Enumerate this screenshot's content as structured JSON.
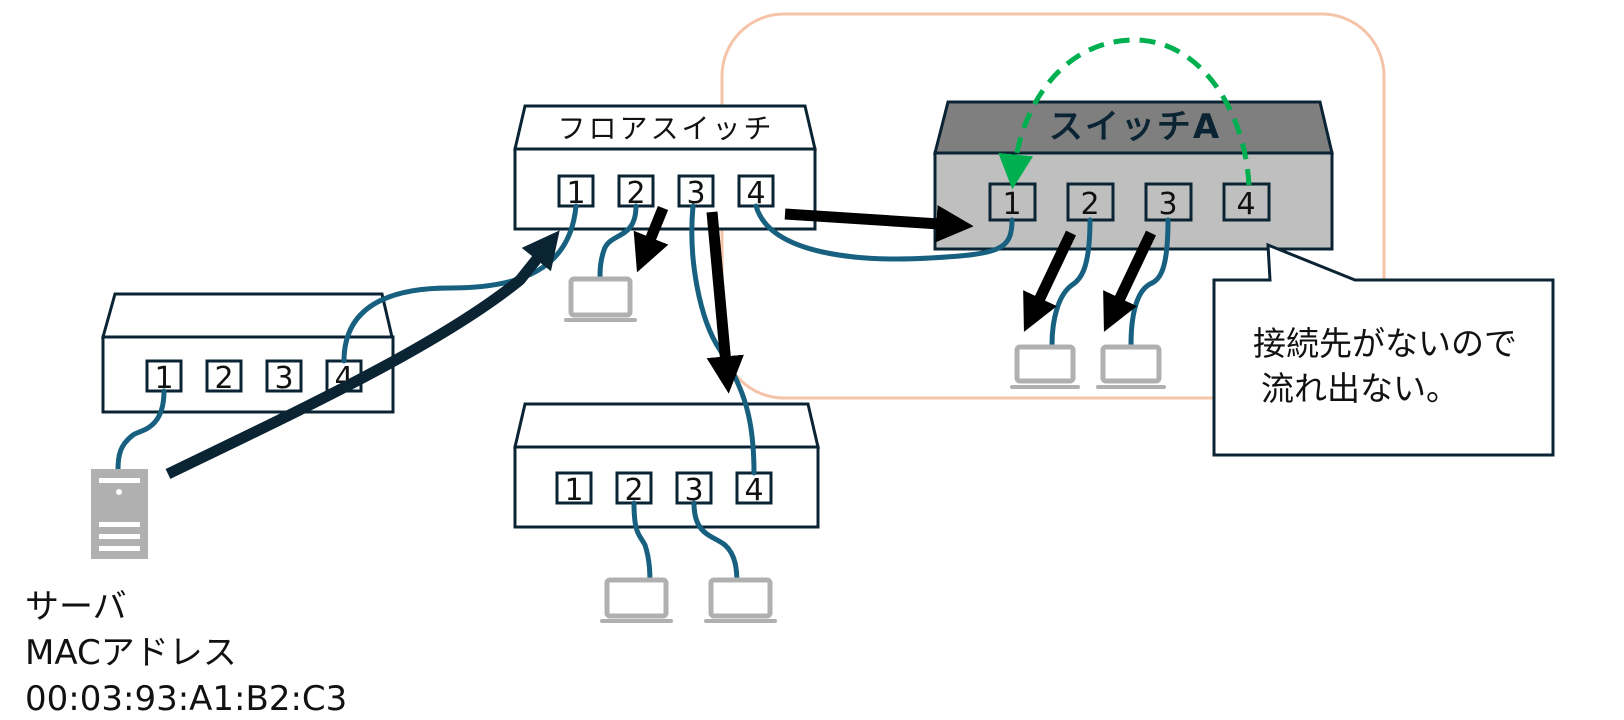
{
  "colors": {
    "outline": "#0b2433",
    "cable": "#17607f",
    "arrow": "#000000",
    "arrow_dark": "#0b2433",
    "flood_arrow": "#00b050",
    "highlight_frame": "#f5c4a8",
    "switch_a_top": "#7f7f7f",
    "switch_a_body": "#bfbfbf",
    "device_gray": "#b0b0b0"
  },
  "switches": {
    "floor_switch": {
      "title": "フロアスイッチ",
      "ports": [
        "1",
        "2",
        "3",
        "4"
      ]
    },
    "left_switch": {
      "title": "",
      "ports": [
        "1",
        "2",
        "3",
        "4"
      ]
    },
    "bottom_switch": {
      "title": "",
      "ports": [
        "1",
        "2",
        "3",
        "4"
      ]
    },
    "switch_a": {
      "title": "スイッチA",
      "ports": [
        "1",
        "2",
        "3",
        "4"
      ]
    }
  },
  "server": {
    "name": "サーバ",
    "mac_label": "MACアドレス",
    "mac_value": "00:03:93:A1:B2:C3"
  },
  "callout": {
    "line1": "接続先がないので",
    "line2": "流れ出ない。"
  },
  "icons": {
    "server": "server-tower-icon",
    "laptop": "laptop-icon"
  }
}
